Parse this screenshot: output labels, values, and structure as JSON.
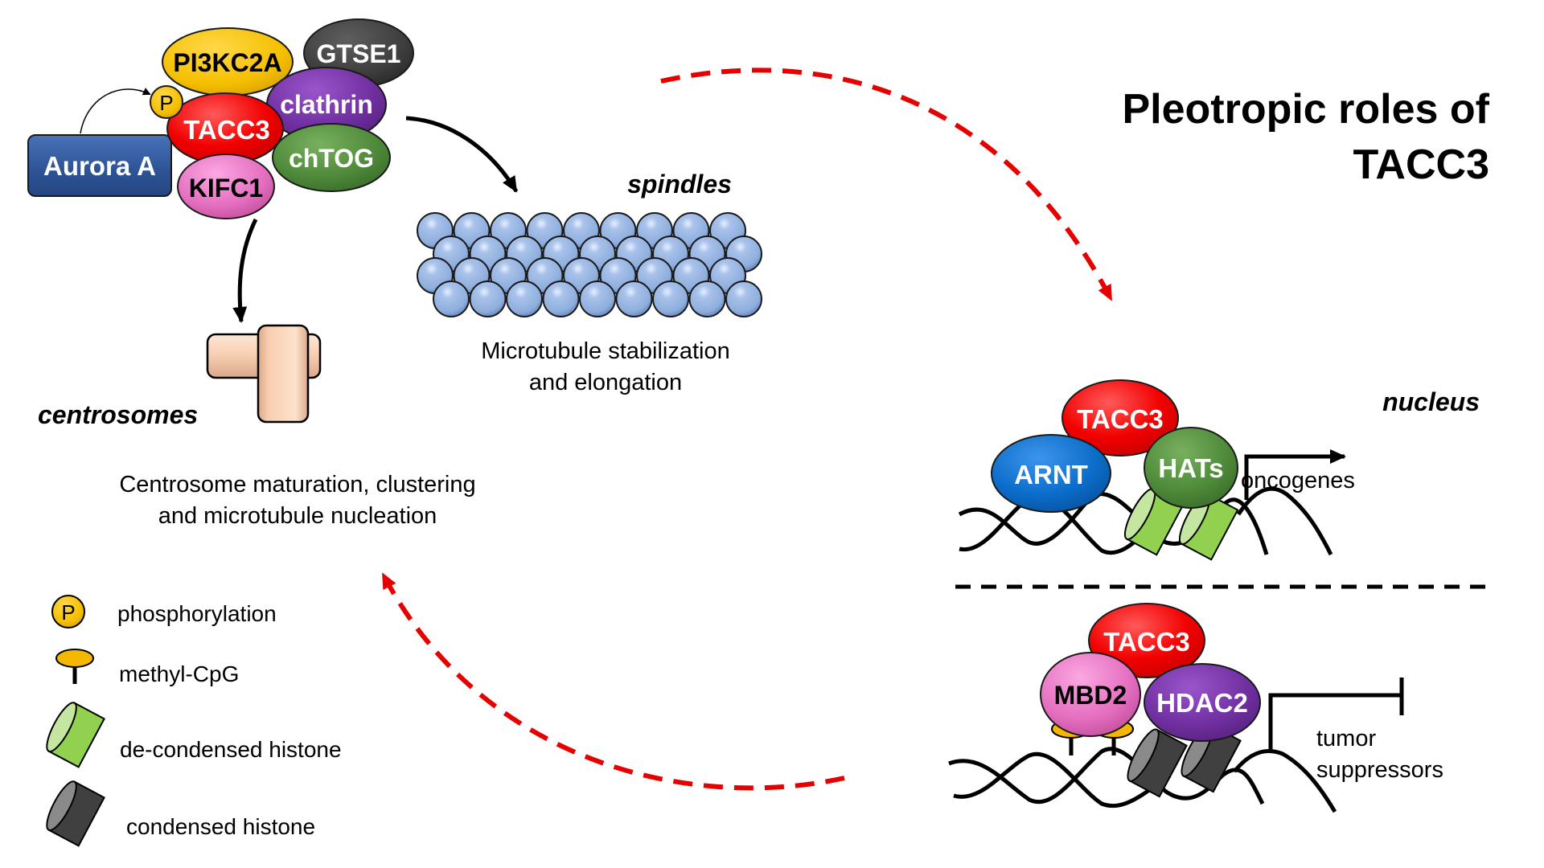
{
  "title": {
    "line1": "Pleotropic roles of",
    "line2": "TACC3"
  },
  "complex": {
    "kinase": "Aurora A",
    "phospho_symbol": "P",
    "proteins": {
      "pi3kc2a": "PI3KC2A",
      "gtse1": "GTSE1",
      "clathrin": "clathrin",
      "tacc3": "TACC3",
      "chtog": "chTOG",
      "kifc1": "KIFC1"
    }
  },
  "spindles": {
    "label": "spindles",
    "caption_line1": "Microtubule stabilization",
    "caption_line2": "and elongation",
    "microtubule_rows": 4,
    "tubulins_per_row": 9
  },
  "centrosomes": {
    "label": "centrosomes",
    "caption_line1": "Centrosome maturation, clustering",
    "caption_line2": "and microtubule nucleation"
  },
  "nucleus": {
    "label": "nucleus",
    "activation": {
      "proteins": {
        "tacc3": "TACC3",
        "arnt": "ARNT",
        "hats": "HATs"
      },
      "target": "oncogenes"
    },
    "repression": {
      "proteins": {
        "tacc3": "TACC3",
        "mbd2": "MBD2",
        "hdac2": "HDAC2"
      },
      "target_line1": "tumor",
      "target_line2": "suppressors"
    }
  },
  "legend": {
    "items": [
      {
        "icon": "phosphorylation-icon",
        "label": "phosphorylation",
        "symbol": "P"
      },
      {
        "icon": "methyl-cpg-icon",
        "label": "methyl-CpG"
      },
      {
        "icon": "decondensed-histone-icon",
        "label": "de-condensed histone"
      },
      {
        "icon": "condensed-histone-icon",
        "label": "condensed histone"
      }
    ]
  },
  "colors": {
    "tacc3": "#FF0000",
    "aurora": "#2E5597",
    "phospho": "#F5B800",
    "pi3kc2a": "#F5C000",
    "gtse1": "#3F3F3F",
    "clathrin": "#7030A0",
    "chtog": "#4E8A3A",
    "kifc1": "#E56FC0",
    "arnt": "#0A6CC9",
    "hats": "#4E8A3A",
    "mbd2": "#E56FC0",
    "hdac2": "#7030A0",
    "tubulin": "#95B3E0",
    "centrosome": "#F7CDB0",
    "histone_open": "#92D050",
    "histone_closed": "#404040",
    "feedback_arrow": "#E60000"
  }
}
